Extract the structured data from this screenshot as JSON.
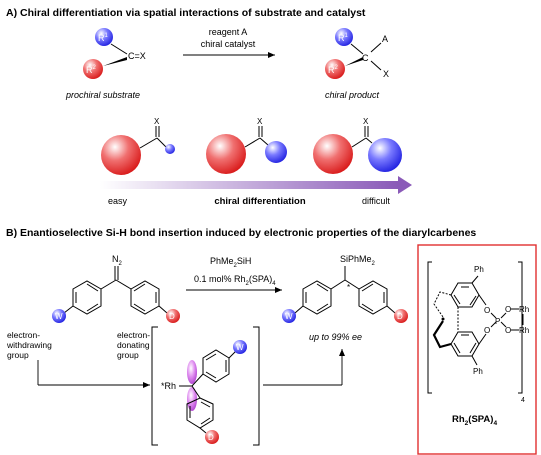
{
  "sectionA": {
    "title": "A) Chiral differentiation via spatial interactions of substrate and catalyst",
    "substrate": {
      "r1": "R",
      "r1sup": "1",
      "r2": "R",
      "r2sup": "2",
      "carbonyl": "C=X",
      "label": "prochiral substrate"
    },
    "arrow": {
      "line1": "reagent A",
      "line2": "chiral catalyst"
    },
    "product": {
      "r1": "R",
      "r1sup": "1",
      "r2": "R",
      "r2sup": "2",
      "a": "A",
      "x": "X",
      "label": "chiral product"
    },
    "models": [
      {
        "x_label": "X"
      },
      {
        "x_label": "X"
      },
      {
        "x_label": "X"
      }
    ],
    "gradient": {
      "left": "easy",
      "center": "chiral differentiation",
      "right": "difficult"
    }
  },
  "sectionB": {
    "title": "B) Enantioselective Si-H bond insertion induced by electronic properties of the diarylcarbenes",
    "diazo": "N",
    "diazo_sub": "2",
    "w_label": "W",
    "d_label": "D",
    "left_labels": [
      "electron-",
      "withdrawing",
      "group"
    ],
    "right_labels": [
      "electron-",
      "donating",
      "group"
    ],
    "conditions": {
      "reagent": "PhMe",
      "reagent_sub": "2",
      "reagent_tail": "SiH",
      "cat_pre": "0.1 mol% Rh",
      "cat_sub1": "2",
      "cat_mid": "(SPA)",
      "cat_sub2": "4"
    },
    "product": {
      "silyl": "SiPhMe",
      "silyl_sub": "2",
      "star": "*",
      "yield": "up to 99% ee"
    },
    "intermediate": {
      "rh": "*Rh"
    },
    "catalyst": {
      "ph_top": "Ph",
      "ph_bottom": "Ph",
      "o": "O",
      "p": "P",
      "rh": "Rh",
      "count": "4",
      "name_pre": "Rh",
      "name_sub1": "2",
      "name_mid": "(SPA)",
      "name_sub2": "4"
    }
  },
  "colors": {
    "red": "#e32020",
    "blue": "#2a2aff",
    "purple": "#c060e0",
    "gradient_end": "#8a5ab8",
    "box": "#e03030"
  }
}
